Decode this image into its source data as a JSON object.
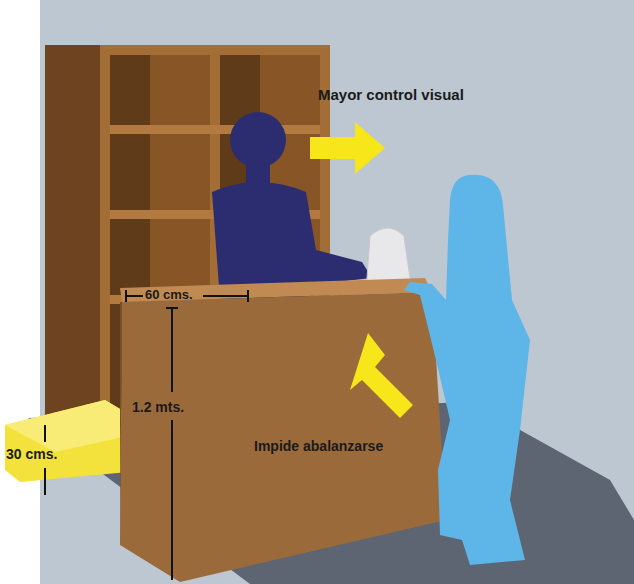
{
  "diagram": {
    "labels": [
      "Mayor control visual",
      "60 cms.",
      "1.2 mts.",
      "30 cms.",
      "Impide abalanzarse"
    ]
  }
}
